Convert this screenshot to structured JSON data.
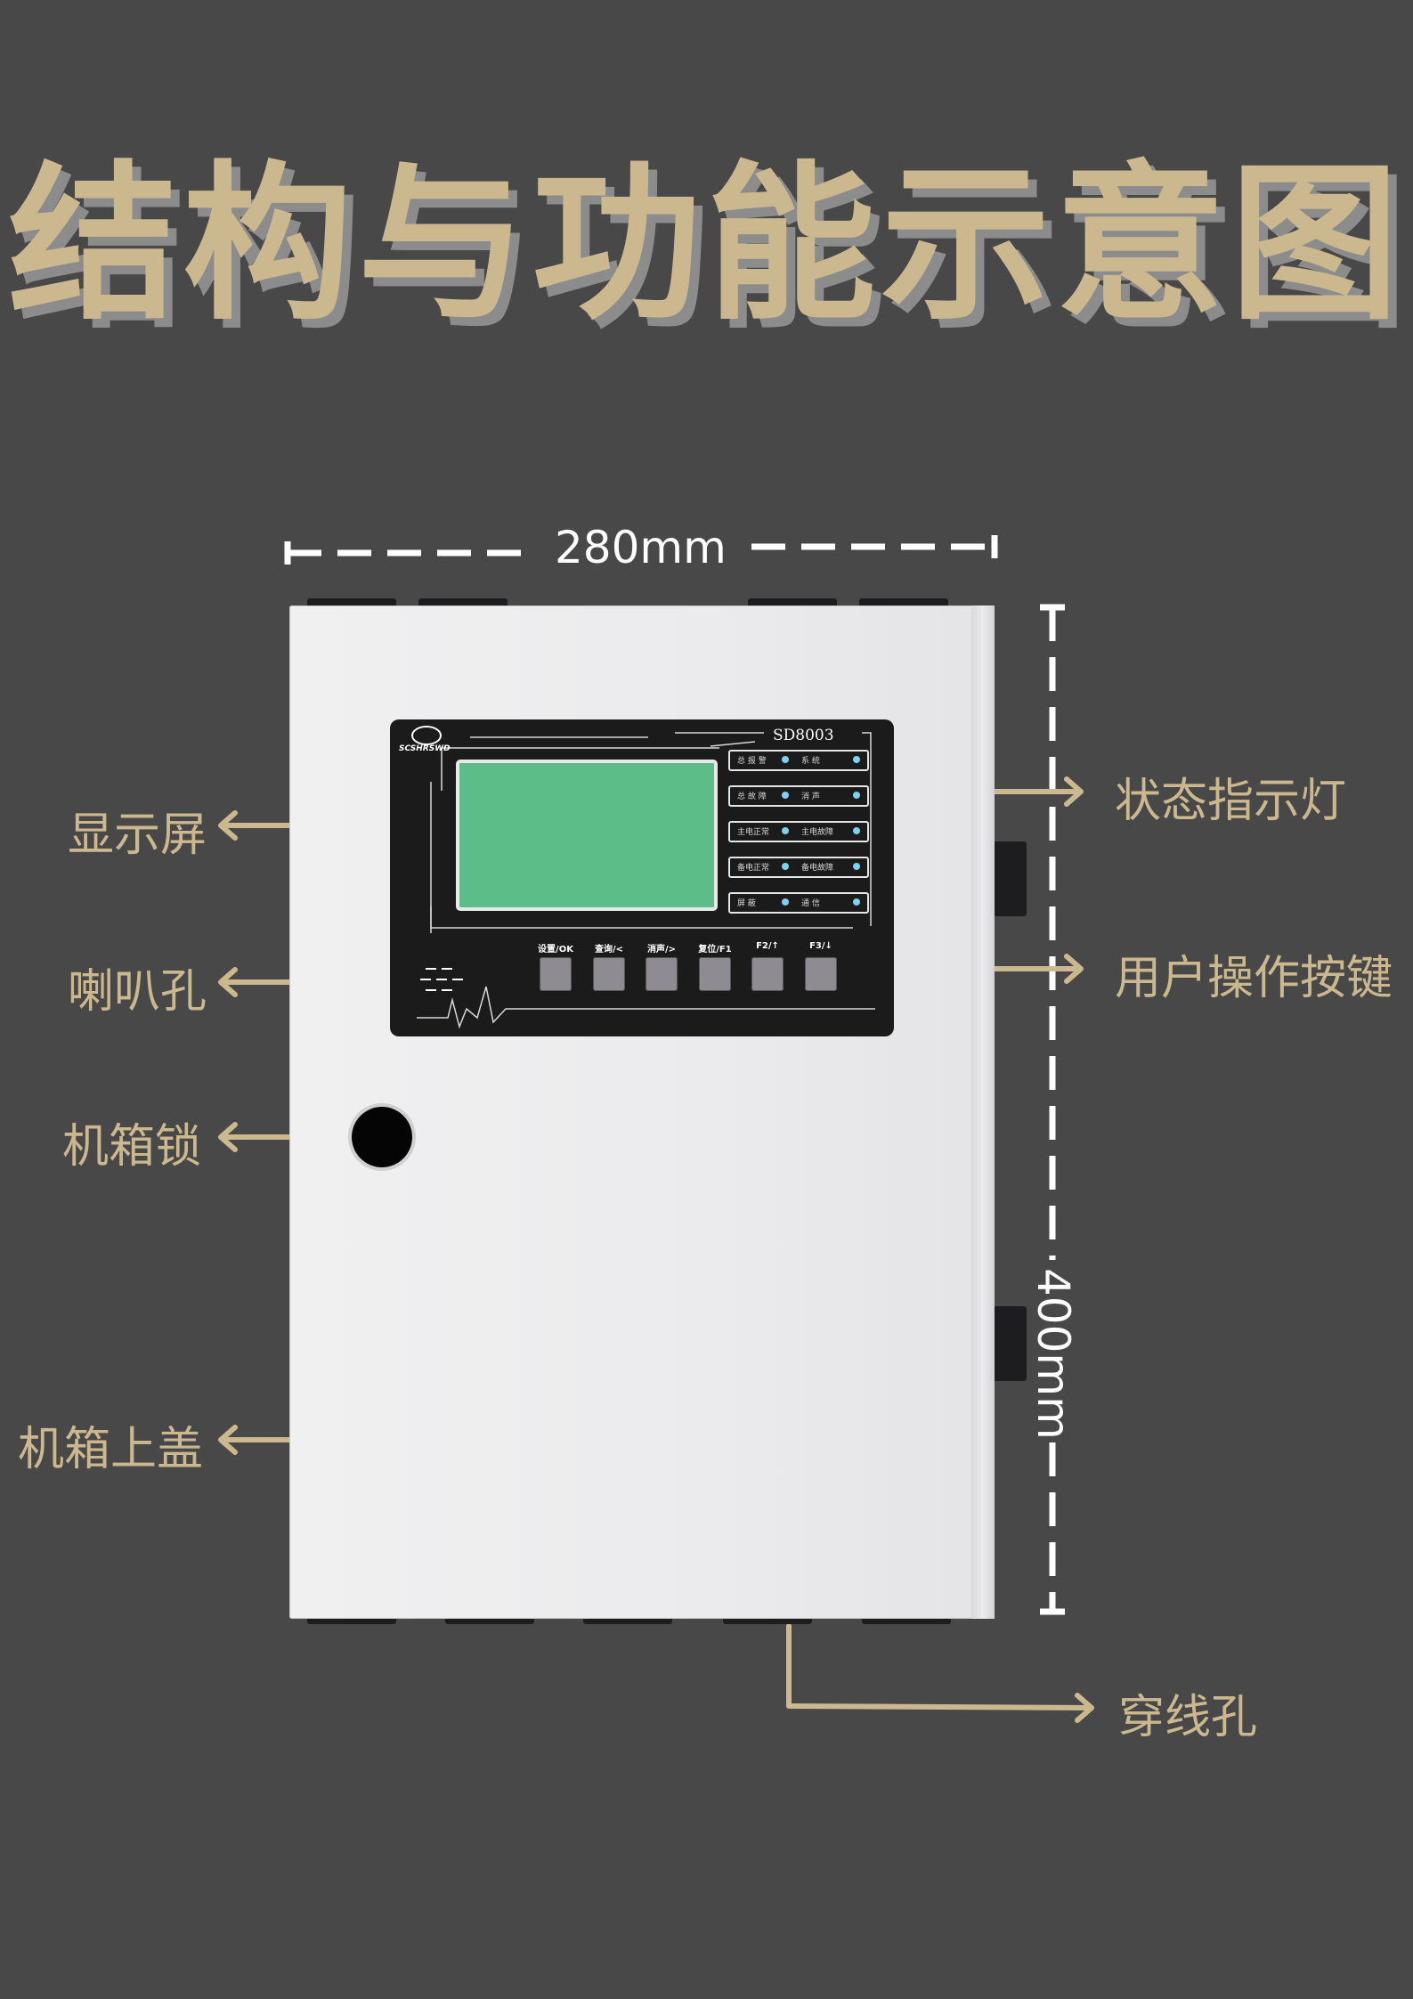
{
  "title": "结构与功能示意图",
  "dimensions": {
    "width": "280mm",
    "height": "400mm"
  },
  "callouts": {
    "display": "显示屏",
    "speaker": "喇叭孔",
    "lock": "机箱锁",
    "cover": "机箱上盖",
    "indicators": "状态指示灯",
    "buttons": "用户操作按键",
    "wire_holes": "穿线孔"
  },
  "device": {
    "model": "SD8003",
    "brand": "SCSHRSWD",
    "indicators": [
      {
        "left": "总 报 警",
        "right": "系 统"
      },
      {
        "left": "总 故 障",
        "right": "消 声"
      },
      {
        "left": "主电正常",
        "right": "主电故障"
      },
      {
        "left": "备电正常",
        "right": "备电故障"
      },
      {
        "left": "屏 蔽",
        "right": "通 信"
      }
    ],
    "keys": [
      "设置/OK",
      "查询/<",
      "消声/>",
      "复位/F1",
      "F2/↑",
      "F3/↓"
    ]
  },
  "colors": {
    "background": "#484848",
    "accent": "#cbb88f",
    "lcd": "#5cbd89",
    "led": "#7fd1f0"
  }
}
